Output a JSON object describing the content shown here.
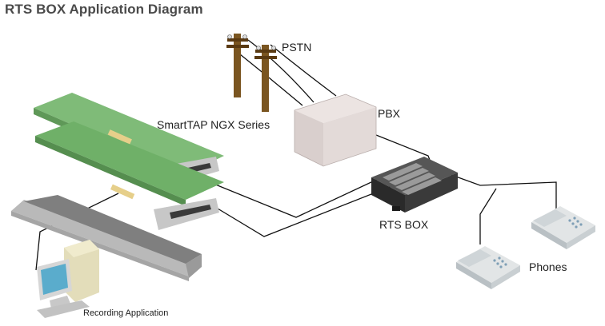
{
  "title": "RTS BOX Application Diagram",
  "labels": {
    "pstn": "PSTN",
    "pbx": "PBX",
    "smarttap": "SmartTAP NGX Series",
    "rtsbox": "RTS BOX",
    "phones": "Phones",
    "recording": "Recording Application"
  }
}
